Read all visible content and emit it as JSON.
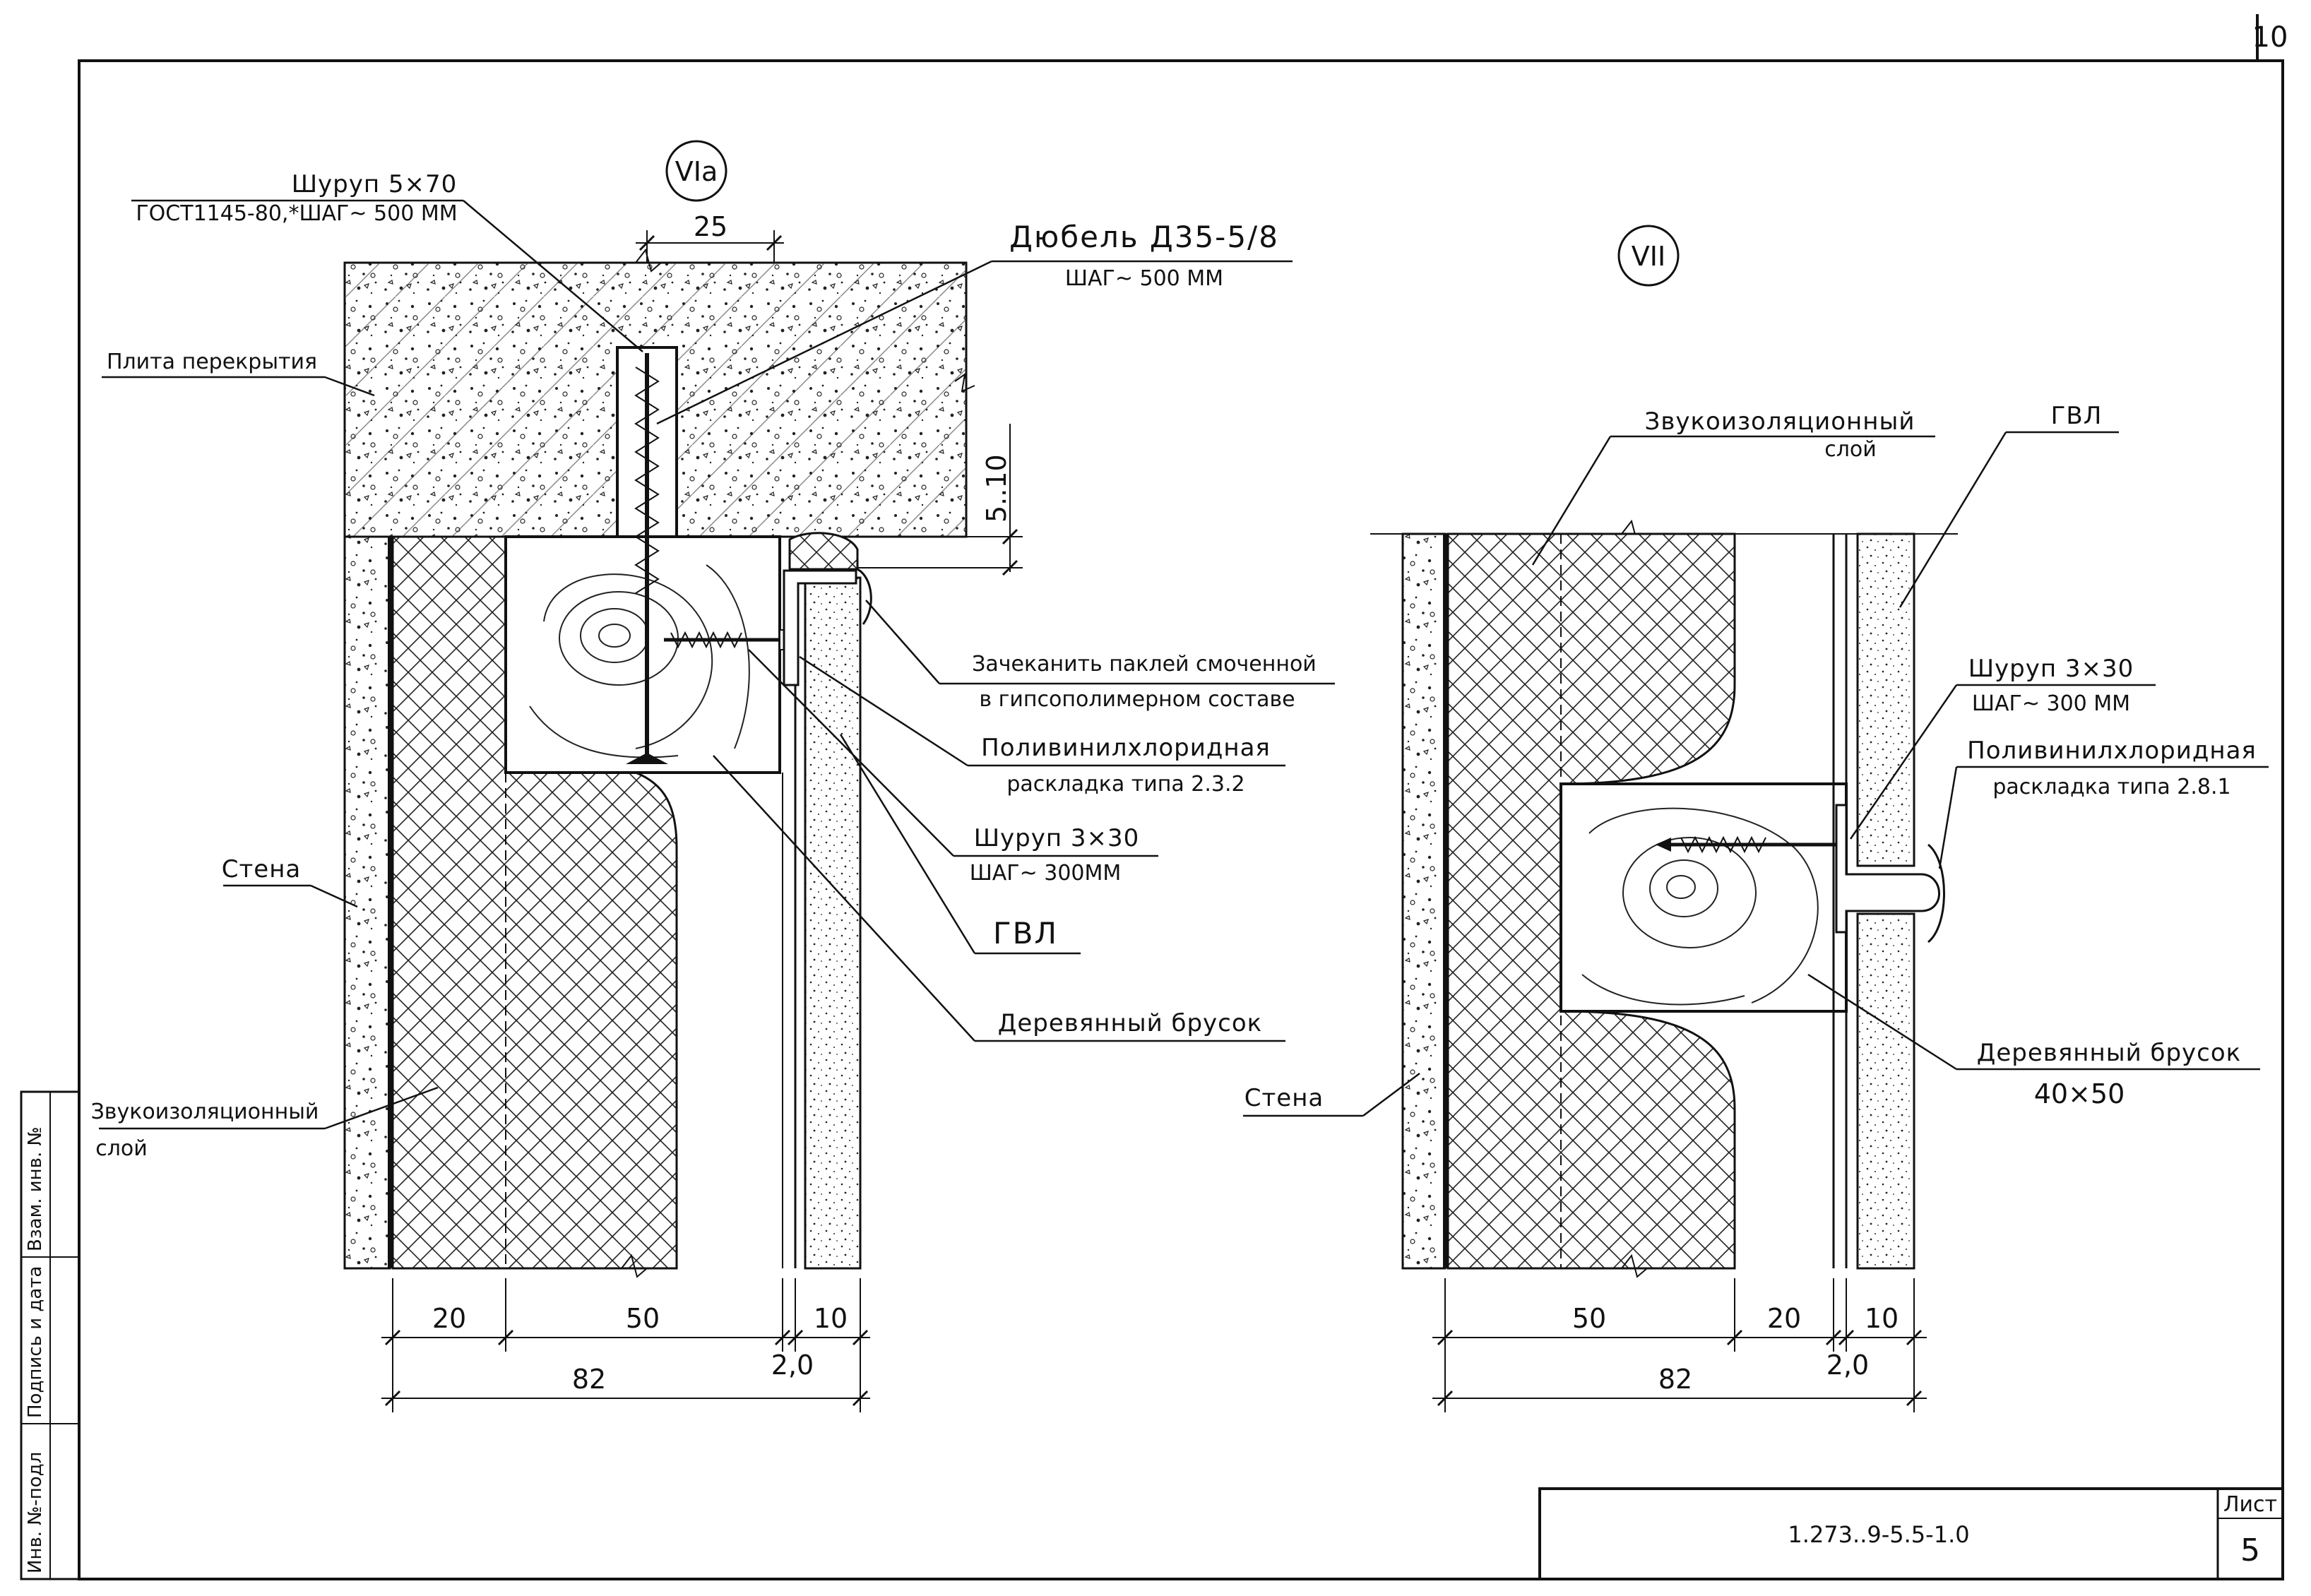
{
  "sheet": {
    "page_number": "10",
    "doc_code": "1.273..9-5.5-1.0",
    "list_label": "Лист",
    "list_number": "5",
    "side_stamp": [
      "Инв. №-подл",
      "Подпись и дата",
      "Взам. инв. №"
    ]
  },
  "left_detail": {
    "mark": "VIa",
    "labels": {
      "screw1_line1": "Шуруп 5×70",
      "screw1_line2": "ГОСТ1145-80,*ШАГ~ 500 ММ",
      "dowel_line1": "Дюбель Д35-5/8",
      "dowel_line2": "ШАГ~ 500 ММ",
      "slab": "Плита перекрытия",
      "caulk_line1": "Зачеканить паклей смоченной",
      "caulk_line2": "в гипсополимерном составе",
      "pvc_line1": "Поливинилхлоридная",
      "pvc_line2": "раскладка типа 2.3.2",
      "screw2_line1": "Шуруп 3×30",
      "screw2_line2": "ШАГ~ 300ММ",
      "gvl": "ГВЛ",
      "beam": "Деревянный брусок",
      "wall": "Стена",
      "sound_line1": "Звукоизоляционный",
      "sound_line2": "слой"
    },
    "dims": {
      "top": "25",
      "side": "5..10",
      "d20": "20",
      "d50": "50",
      "d10": "10",
      "d2": "2,0",
      "total": "82"
    }
  },
  "right_detail": {
    "mark": "VII",
    "labels": {
      "sound_line1": "Звукоизоляционный",
      "sound_line2": "слой",
      "gvl": "ГВЛ",
      "screw_line1": "Шуруп 3×30",
      "screw_line2": "ШАГ~ 300 ММ",
      "pvc_line1": "Поливинилхлоридная",
      "pvc_line2": "раскладка типа 2.8.1",
      "beam_line1": "Деревянный брусок",
      "beam_line2": "40×50",
      "wall": "Стена"
    },
    "dims": {
      "d50": "50",
      "d20": "20",
      "d10": "10",
      "d2": "2,0",
      "total": "82"
    }
  }
}
